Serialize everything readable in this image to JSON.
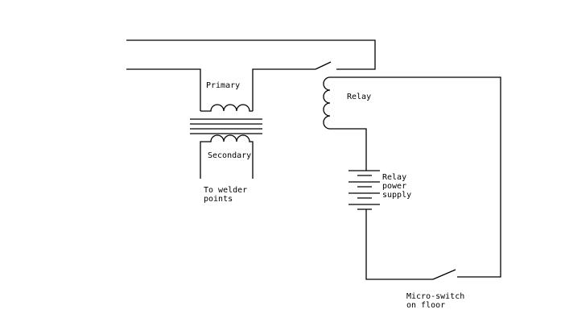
{
  "labels": {
    "primary": "Primary",
    "secondary": "Secondary",
    "relay": "Relay",
    "relay_power_supply": "Relay\npower\nsupply",
    "to_welder_points": "To welder\npoints",
    "micro_switch": "Micro-switch\non floor"
  }
}
